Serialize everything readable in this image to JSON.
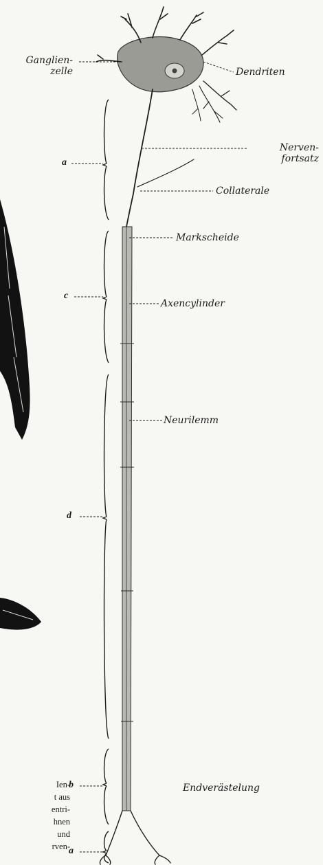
{
  "labels": {
    "ganglienzelle": "Ganglien-\nzelle",
    "dendriten": "Dendriten",
    "nervenfortsatz": "Nerven-\nfortsatz",
    "collaterale": "Collaterale",
    "markscheide": "Markscheide",
    "axencylinder": "Axencylinder",
    "neurilemm": "Neurilemm",
    "endverastelung": "Endverästelung"
  },
  "segments": {
    "a_top": "a",
    "c": "c",
    "d": "d",
    "b": "b",
    "a_bottom": "a"
  },
  "caption_lines": [
    "Ien-",
    "t aus",
    "entri-",
    "hnen",
    "und",
    "rven-"
  ],
  "colors": {
    "ink": "#1a1a1a",
    "paper": "#f7f7f3",
    "myelin": "#b9b9b4"
  }
}
